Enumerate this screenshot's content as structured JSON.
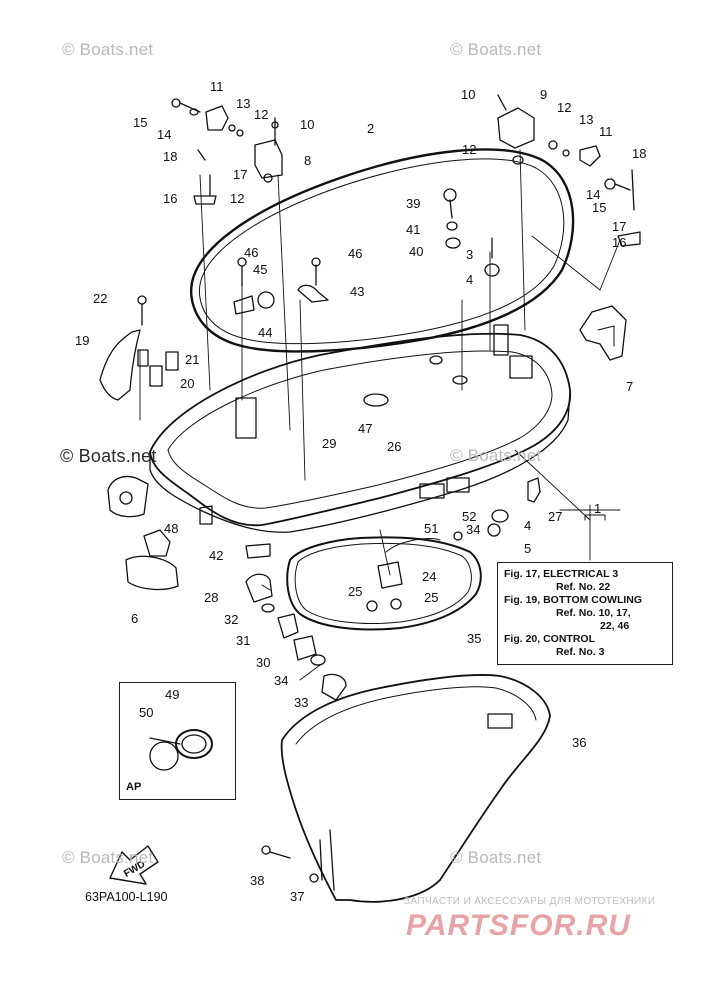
{
  "watermarks": {
    "top_left": "© Boats.net",
    "top_right": "© Boats.net",
    "mid_left": "© Boats.net",
    "mid_right": "© Boats.net",
    "bottom_left": "© Boats.net",
    "bottom_right": "© Boats.net"
  },
  "callouts": [
    {
      "n": "11"
    },
    {
      "n": "13"
    },
    {
      "n": "12"
    },
    {
      "n": "15"
    },
    {
      "n": "14"
    },
    {
      "n": "10"
    },
    {
      "n": "8"
    },
    {
      "n": "18"
    },
    {
      "n": "17"
    },
    {
      "n": "16"
    },
    {
      "n": "12"
    },
    {
      "n": "2"
    },
    {
      "n": "10"
    },
    {
      "n": "9"
    },
    {
      "n": "12"
    },
    {
      "n": "13"
    },
    {
      "n": "11"
    },
    {
      "n": "12"
    },
    {
      "n": "18"
    },
    {
      "n": "14"
    },
    {
      "n": "15"
    },
    {
      "n": "17"
    },
    {
      "n": "16"
    },
    {
      "n": "39"
    },
    {
      "n": "41"
    },
    {
      "n": "40"
    },
    {
      "n": "3"
    },
    {
      "n": "4"
    },
    {
      "n": "46"
    },
    {
      "n": "45"
    },
    {
      "n": "46"
    },
    {
      "n": "43"
    },
    {
      "n": "44"
    },
    {
      "n": "22"
    },
    {
      "n": "19"
    },
    {
      "n": "21"
    },
    {
      "n": "20"
    },
    {
      "n": "7"
    },
    {
      "n": "29"
    },
    {
      "n": "47"
    },
    {
      "n": "26"
    },
    {
      "n": "27"
    },
    {
      "n": "1"
    },
    {
      "n": "52"
    },
    {
      "n": "51"
    },
    {
      "n": "34"
    },
    {
      "n": "4"
    },
    {
      "n": "5"
    },
    {
      "n": "48"
    },
    {
      "n": "42"
    },
    {
      "n": "6"
    },
    {
      "n": "24"
    },
    {
      "n": "28"
    },
    {
      "n": "32"
    },
    {
      "n": "25"
    },
    {
      "n": "25"
    },
    {
      "n": "31"
    },
    {
      "n": "35"
    },
    {
      "n": "30"
    },
    {
      "n": "34"
    },
    {
      "n": "33"
    },
    {
      "n": "36"
    },
    {
      "n": "49"
    },
    {
      "n": "50"
    },
    {
      "n": "38"
    },
    {
      "n": "37"
    }
  ],
  "reference_box": {
    "lines": [
      {
        "fig": "Fig. 17, ELECTRICAL 3",
        "refs": [
          "Ref. No. 22"
        ]
      },
      {
        "fig": "Fig. 19, BOTTOM COWLING",
        "refs": [
          "Ref. No. 10, 17,",
          "22, 46"
        ]
      },
      {
        "fig": "Fig. 20, CONTROL",
        "refs": [
          "Ref. No. 3"
        ]
      }
    ]
  },
  "ap_box_label": "AP",
  "fwd_label": "FWD",
  "diagram_code": "63PA100-L190",
  "brand": {
    "tagline": "ЗАПЧАСТИ И АКСЕССУАРЫ ДЛЯ МОТОТЕХНИКИ",
    "logo": "PARTSFOR.RU"
  },
  "colors": {
    "ink": "#111111",
    "watermark": "#b9b9b9",
    "brand_logo": "#e7a3a8"
  }
}
